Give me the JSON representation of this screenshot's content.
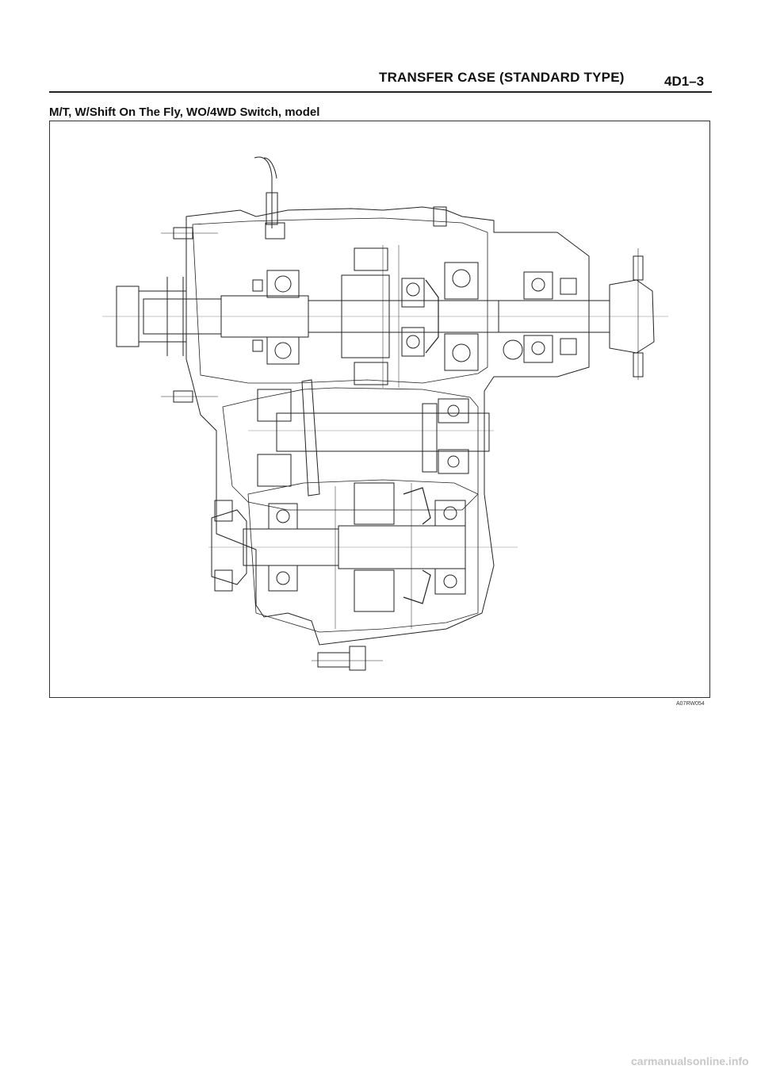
{
  "header": {
    "title": "TRANSFER CASE (STANDARD TYPE)",
    "page_number": "4D1–3"
  },
  "section": {
    "title": "M/T, W/Shift On The Fly, WO/4WD Switch, model"
  },
  "figure": {
    "code": "A07RW054"
  },
  "watermark": {
    "text": "carmanualsonline.info"
  }
}
